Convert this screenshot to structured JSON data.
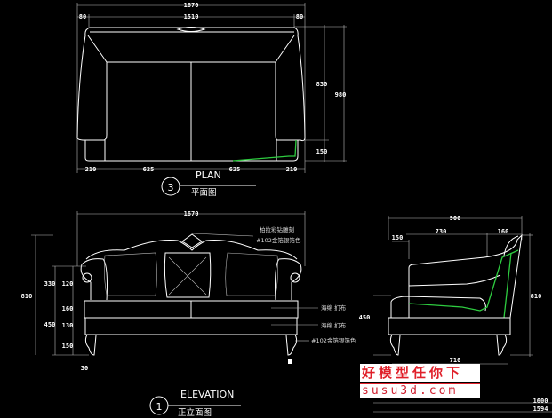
{
  "plan": {
    "title": "PLAN",
    "number": "3",
    "subtitle": "平面图",
    "dims": {
      "overall_width": "1670",
      "inner_width": "1510",
      "left_arm": "80",
      "right_arm": "80",
      "depth_back": "830",
      "depth_total": "980",
      "depth_front": "150",
      "bottom": [
        "210",
        "625",
        "625",
        "210"
      ]
    }
  },
  "elevation": {
    "title": "ELEVATION",
    "number": "1",
    "subtitle": "正立面图",
    "dims": {
      "overall_width": "1670",
      "total_height": "810",
      "upper": "330",
      "lower": "450",
      "back": "120",
      "cushion": "160",
      "base": "130",
      "leg": "150",
      "leg_width": "30"
    },
    "notes": {
      "carving": "柏拉彩钻雕刻",
      "carving_finish": "#102金箔银箔色",
      "cushion": "海绵 扪布",
      "base": "海绵 扪布",
      "leg": "#102金箔银箔色"
    }
  },
  "side": {
    "dims": {
      "overall_depth": "900",
      "seat_depth": "730",
      "back_depth": "160",
      "arm": "150",
      "height": "810",
      "seat_height": "450",
      "bottom": "710",
      "total1": "1600",
      "total2": "1594"
    }
  },
  "watermark": {
    "line1": "好模型任你下",
    "line2": "susu3d.com"
  },
  "colors": {
    "background": "#000000",
    "lines": "#ffffff",
    "highlight": "#2ecc40",
    "watermark": "#e0202a"
  }
}
